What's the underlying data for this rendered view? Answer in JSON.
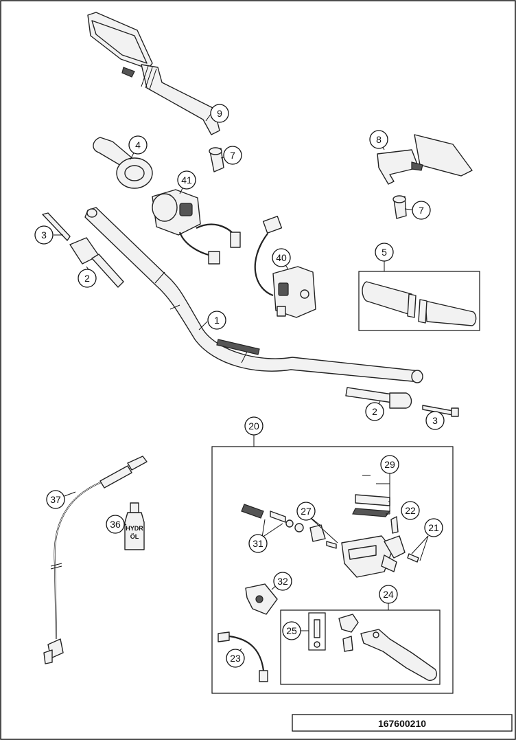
{
  "diagram_id": "167600210",
  "bottle_label_line1": "HYDR",
  "bottle_label_line2": "ÖL",
  "callouts": {
    "c1": "1",
    "c2a": "2",
    "c2b": "2",
    "c3a": "3",
    "c3b": "3",
    "c4": "4",
    "c5": "5",
    "c7a": "7",
    "c7b": "7",
    "c8": "8",
    "c9": "9",
    "c20": "20",
    "c21": "21",
    "c22": "22",
    "c23": "23",
    "c24": "24",
    "c25": "25",
    "c27": "27",
    "c29": "29",
    "c31": "31",
    "c32": "32",
    "c36": "36",
    "c37": "37",
    "c40": "40",
    "c41": "41"
  }
}
